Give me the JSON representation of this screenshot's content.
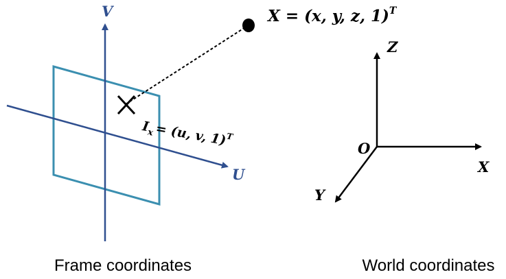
{
  "colors": {
    "frame_axis": "#2F4F8F",
    "image_plane": "#3B8FB0",
    "ink": "#000000",
    "background": "#ffffff"
  },
  "frame": {
    "v_label": "V",
    "u_label": "U",
    "projection_label_main": "I",
    "projection_label_sub": "x",
    "projection_label_rest": "= (u, v, 1)",
    "projection_label_sup": "T",
    "caption": "Frame coordinates"
  },
  "point": {
    "label_main": "X = (x, y, z, 1)",
    "label_sup": "T"
  },
  "world": {
    "z_label": "Z",
    "x_label": "X",
    "y_label": "Y",
    "origin_label": "O",
    "caption": "World coordinates"
  }
}
